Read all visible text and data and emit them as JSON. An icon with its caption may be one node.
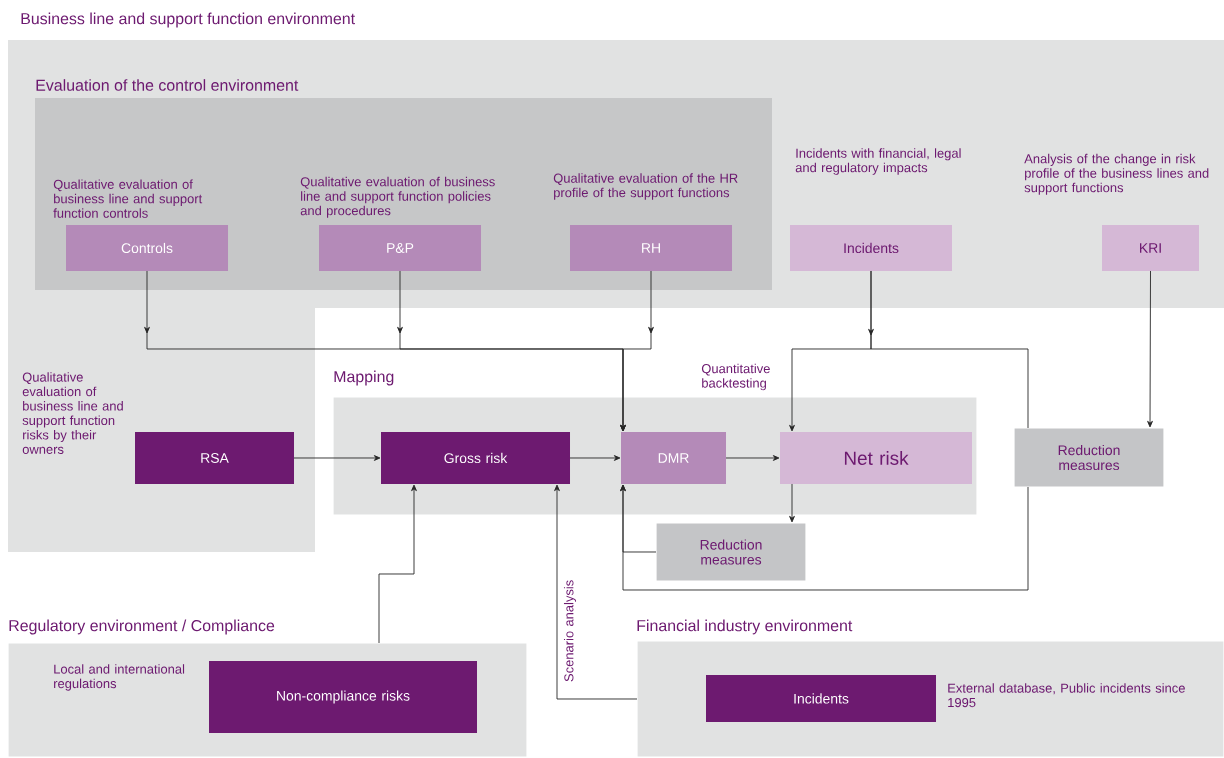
{
  "diagram": {
    "nodes": [
      {
        "text": [
          "Business line and support function environment"
        ]
      },
      {
        "text": [
          "Evaluation of the control environment"
        ],
        "in": 0
      },
      {
        "text": [
          "Controls"
        ],
        "beside": [
          "Qualitative evaluation of business line and support function controls"
        ],
        "in": 1
      },
      {
        "text": [
          "P&P"
        ],
        "beside": [
          "Qualitative evaluation of business line and support function policies and procedures"
        ],
        "in": 1
      },
      {
        "text": [
          "RH"
        ],
        "beside": [
          "Qualitative evaluation of the HR profile of the support functions"
        ],
        "in": 1
      },
      {
        "text": [
          "Incidents"
        ],
        "beside": [
          "Incidents with financial, legal and regulatory impacts"
        ],
        "in": 0
      },
      {
        "text": [
          "KRI"
        ],
        "beside": [
          "Analysis of the change in risk profile of the business lines and support functions"
        ],
        "in": 0
      },
      {
        "text": [
          "RSA"
        ],
        "beside": [
          "Qualitative evaluation of business line and support function risks by their owners"
        ],
        "in": 0
      },
      {
        "text": [
          "Mapping"
        ]
      },
      {
        "text": [
          "Gross risk"
        ],
        "in": 8
      },
      {
        "text": [
          "DMR"
        ],
        "in": 8
      },
      {
        "text": [
          "Net risk"
        ],
        "in": 8
      },
      {
        "text": [
          "Reduction measures"
        ]
      },
      {
        "text": [
          "Reduction measures"
        ]
      },
      {
        "text": [
          "Regulatory environment / Compliance"
        ]
      },
      {
        "text": [
          "Non-compliance risks"
        ],
        "beside": [
          "Local and international regulations"
        ],
        "in": 14
      },
      {
        "text": [
          "Financial industry environment"
        ]
      },
      {
        "text": [
          "Incidents"
        ],
        "beside": [
          "External database, Public incidents since 1995"
        ],
        "in": 16
      }
    ],
    "edges": [
      {
        "from": 2,
        "to": 10,
        "arrow": "to"
      },
      {
        "from": 3,
        "to": 10,
        "arrow": "to"
      },
      {
        "from": 4,
        "to": 10,
        "arrow": "to"
      },
      {
        "from": 5,
        "to": 11,
        "arrow": "to",
        "label": "Quantitative backtesting"
      },
      {
        "from": 5,
        "to": 13,
        "arrow": "none"
      },
      {
        "from": 6,
        "to": 13,
        "arrow": "to"
      },
      {
        "from": 7,
        "to": 9,
        "arrow": "to"
      },
      {
        "from": 9,
        "to": 10,
        "arrow": "to"
      },
      {
        "from": 10,
        "to": 11,
        "arrow": "to"
      },
      {
        "from": 11,
        "to": 12,
        "arrow": "to"
      },
      {
        "from": 12,
        "to": 10,
        "arrow": "to"
      },
      {
        "from": 13,
        "to": 10,
        "arrow": "to"
      },
      {
        "from": 14,
        "to": 9,
        "arrow": "to"
      },
      {
        "from": 16,
        "to": 9,
        "arrow": "to",
        "label": "Scenario analysis"
      }
    ]
  }
}
